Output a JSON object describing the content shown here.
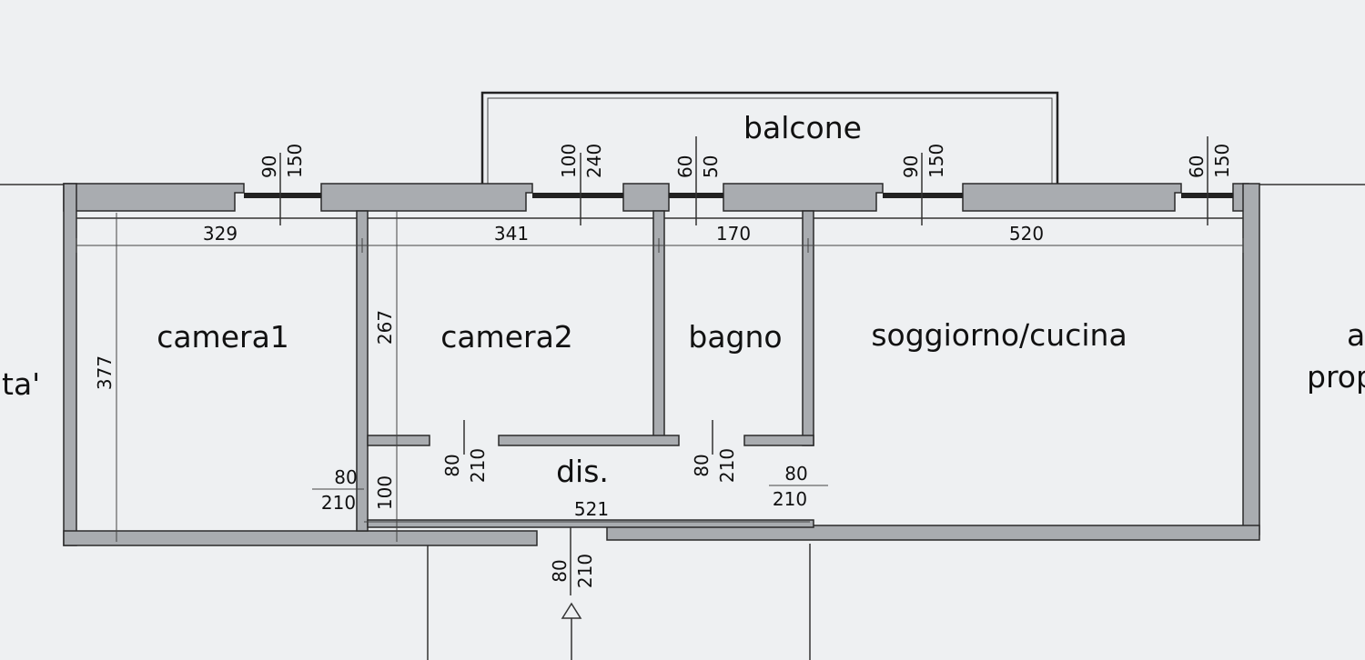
{
  "rooms": {
    "balcone": "balcone",
    "camera1": "camera1",
    "camera2": "camera2",
    "bagno": "bagno",
    "soggiorno": "soggiorno/cucina",
    "dis": "dis."
  },
  "edge_labels": {
    "left": "ta'",
    "right_top": "a",
    "right_bottom": "prop"
  },
  "windows": {
    "w1": {
      "width": "90",
      "height": "150"
    },
    "w2": {
      "width": "100",
      "height": "240"
    },
    "w3": {
      "width": "60",
      "height": "50"
    },
    "w4": {
      "width": "90",
      "height": "150"
    },
    "w5": {
      "width": "60",
      "height": "150"
    }
  },
  "dimensions": {
    "camera1_width": "329",
    "camera2_width": "341",
    "bagno_width": "170",
    "soggiorno_width": "520",
    "camera1_depth": "377",
    "camera2_depth": "267",
    "corridor_depth": "100",
    "corridor_length": "521"
  },
  "doors": {
    "camera1": {
      "width": "80",
      "height": "210"
    },
    "camera2": {
      "width": "80",
      "height": "210"
    },
    "bagno": {
      "width": "80",
      "height": "210"
    },
    "soggiorno": {
      "width": "80",
      "height": "210"
    },
    "entrance": {
      "width": "80",
      "height": "210"
    }
  }
}
